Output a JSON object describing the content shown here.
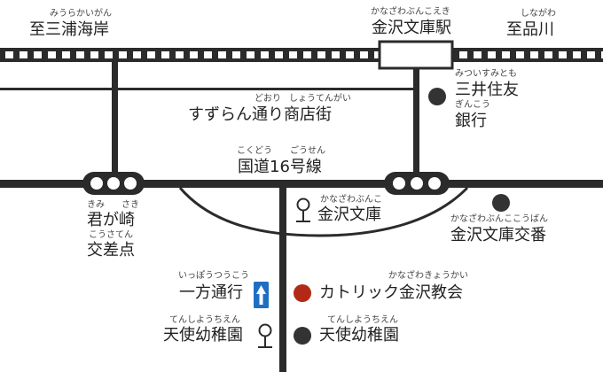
{
  "colors": {
    "road": "#2b2b2b",
    "rail_tie": "#ffffff",
    "accent_red": "#b22a16",
    "marker_dark": "#333333",
    "oneway_blue": "#1e6fc4",
    "background": "#ffffff"
  },
  "rail": {
    "left_direction": {
      "label": "至三浦海岸",
      "reading": "みうらかいがん"
    },
    "right_direction": {
      "label": "至品川",
      "reading": "しながわ"
    },
    "station": {
      "label": "金沢文庫駅",
      "reading": "かなざわぶんこえき"
    }
  },
  "streets": {
    "shopping": {
      "label": "すずらん通り商店街",
      "reading_1": "どおり",
      "reading_2": "しょうてんがい"
    },
    "route16": {
      "label": "国道16号線",
      "reading_1": "こくどう",
      "reading_2": "ごうせん"
    }
  },
  "places": {
    "bank": {
      "line1": "三井住友",
      "line2": "銀行",
      "reading_1": "みついすみとも",
      "reading_2": "ぎんこう",
      "icon": "dark-circle-marker"
    },
    "kimigasaki": {
      "line1": "君が崎",
      "line2": "交差点",
      "reading_1a": "きみ",
      "reading_1b": "さき",
      "reading_2": "こうさてん"
    },
    "bunko_school": {
      "label": "金沢文庫",
      "reading": "かなざわぶんこ",
      "icon": "school-symbol"
    },
    "police_box": {
      "label": "金沢文庫交番",
      "reading": "かなざわぶんここうばん",
      "icon": "dark-circle-marker"
    },
    "oneway": {
      "label": "一方通行",
      "reading": "いっぽうつうこう",
      "icon": "one-way-arrow-sign"
    },
    "church": {
      "label": "カトリック金沢教会",
      "reading": "かなざわきょうかい",
      "icon": "red-circle-marker"
    },
    "kindergarten_left": {
      "label": "天使幼稚園",
      "reading": "てんしようちえん",
      "icon": "school-symbol"
    },
    "kindergarten_right": {
      "label": "天使幼稚園",
      "reading": "てんしようちえん",
      "icon": "dark-circle-marker"
    }
  }
}
